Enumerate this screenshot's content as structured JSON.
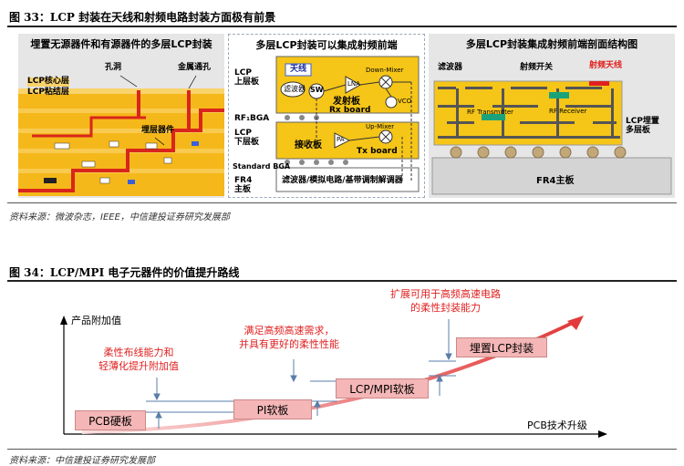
{
  "fig33": {
    "title": "图 33：LCP 封装在天线和射频电路封装方面极有前景",
    "source": "资料来源：微波杂志，IEEE，中信建投证券研究发展部",
    "panel_left": {
      "title": "埋置无源器件和有源器件的多层LCP封装",
      "hole": "孔洞",
      "metal_via": "金属通孔",
      "core": "LCP核心层",
      "bond": "LCP粘结层",
      "buried": "埋层器件"
    },
    "panel_mid": {
      "title": "多层LCP封装可以集成射频前端",
      "upper": "LCP\n上层板",
      "antenna": "天线",
      "filter": "滤波器",
      "sw": "SW",
      "lna": "LNA",
      "down_mixer": "Down-Mixer",
      "vco": "VCO",
      "tx_cn": "发射板",
      "rx_board": "Rx board",
      "rf_bga": "RF₁BGA",
      "lower": "LCP\n下层板",
      "rx_cn": "接收板",
      "pa": "PA",
      "up_mixer": "Up-Mixer",
      "tx_board": "Tx board",
      "standard_bga": "Standard BGA",
      "fr4": "FR4\n主板",
      "baseband": "滤波器/模拟电路/基带调制解调器"
    },
    "panel_right": {
      "title": "多层LCP封装集成射频前端剖面结构图",
      "filter": "滤波器",
      "rf_switch": "射频开关",
      "rf_antenna": "射频天线",
      "rf_transmitter": "RF Transmitter",
      "rf_receiver": "RF Receiver",
      "lcp_buried": "LCP埋置\n多层板",
      "fr4": "FR4主板"
    }
  },
  "fig34": {
    "title": "图 34：LCP/MPI 电子元器件的价值提升路线",
    "source": "资料来源：中信建投证券研究发展部",
    "y_axis": "产品附加值",
    "x_axis": "PCB技术升级",
    "stages": [
      {
        "label": "PCB硬板"
      },
      {
        "label": "PI软板",
        "note": "柔性布线能力和\n轻薄化提升附加值"
      },
      {
        "label": "LCP/MPI软板",
        "note": "满足高频高速需求，\n并具有更好的柔性性能"
      },
      {
        "label": "埋置LCP封装",
        "note": "扩展可用于高频高速电路\n的柔性封装能力"
      }
    ],
    "colors": {
      "accent_red": "#e02020",
      "box_fill": "#f4b6b6",
      "board_gold": "#f5b81a"
    }
  }
}
